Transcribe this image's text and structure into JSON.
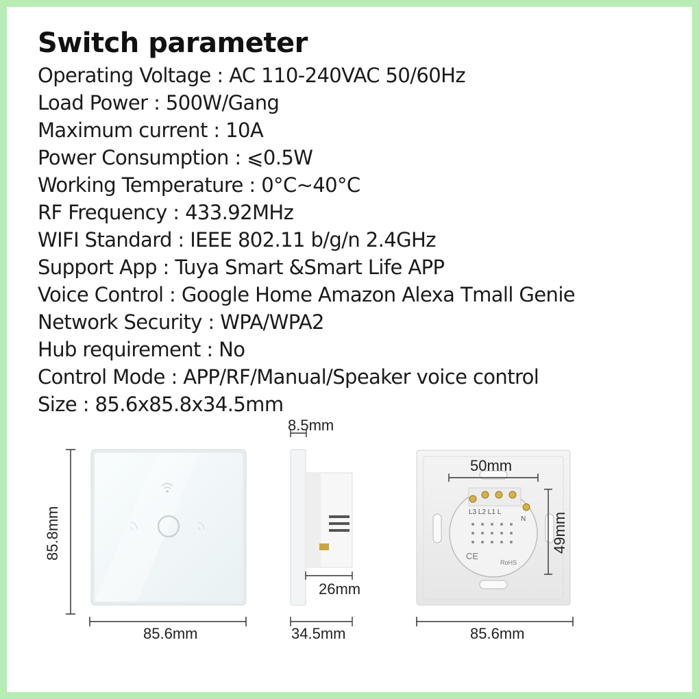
{
  "title": "Switch parameter",
  "params": [
    "Operating Voltage : AC 110-240VAC 50/60Hz",
    "Load Power : 500W/Gang",
    "Maximum current : 10A",
    "Power Consumption : ⩽0.5W",
    "Working Temperature : 0°C~40°C",
    "RF Frequency : 433.92MHz",
    "WIFI Standard : IEEE 802.11 b/g/n 2.4GHz",
    "Support App : Tuya Smart &Smart Life APP",
    "Voice Control : Google Home Amazon Alexa Tmall Genie",
    "Network Security : WPA/WPA2",
    "Hub requirement : No",
    "Control Mode : APP/RF/Manual/Speaker voice control",
    "Size : 85.6x85.8x34.5mm"
  ],
  "dims": {
    "front_height": "85.8mm",
    "front_width": "85.6mm",
    "side_thickness": "8.5mm",
    "side_depth_inner": "26mm",
    "side_depth_total": "34.5mm",
    "back_box_width": "50mm",
    "back_box_height": "49mm",
    "back_width": "85.6mm"
  },
  "back_labels": {
    "terminals": "L3 L2 L1 L",
    "neutral": "N",
    "ce": "CE",
    "rohs": "RoHS"
  },
  "colors": {
    "border": "#b7ecb4",
    "panel_glass": "#f4fafb",
    "panel_edge": "#dfe6e8",
    "line": "#333333"
  }
}
